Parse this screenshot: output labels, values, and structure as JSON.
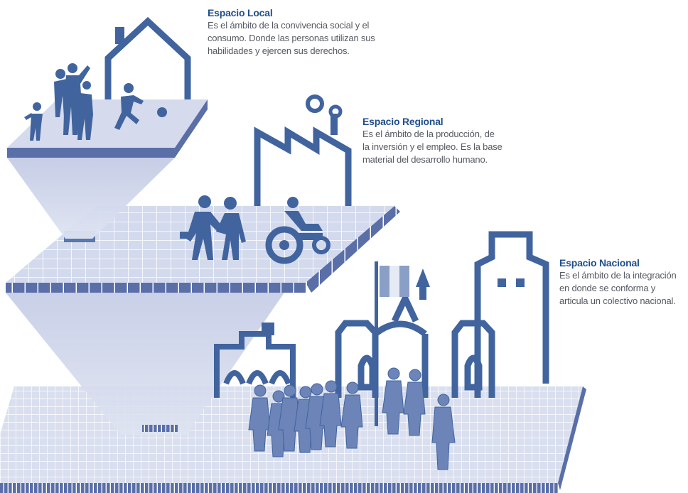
{
  "colors": {
    "icon": "#41649e",
    "icon_light": "#8a9fc6",
    "platform_top": "#d5dbec",
    "platform_side": "#5a6fa8",
    "cone": "#b9c3e0",
    "grid_line": "#ffffff",
    "title": "#1f4e8c",
    "body_text": "#555a62"
  },
  "spaces": [
    {
      "id": "local",
      "title": "Espacio Local",
      "lines": [
        "Es el ámbito de la convivencia social y el",
        "consumo. Donde las personas utilizan sus",
        "habilidades y ejercen sus derechos."
      ],
      "icons": [
        "house-icon",
        "family-icon",
        "child-playing-ball-icon"
      ]
    },
    {
      "id": "regional",
      "title": "Espacio Regional",
      "lines": [
        "Es el ámbito de la producción, de",
        "la inversión y el empleo. Es la base",
        "material del desarrollo humano."
      ],
      "icons": [
        "factory-icon",
        "handshake-businessmen-icon",
        "tractor-farmer-icon"
      ]
    },
    {
      "id": "nacional",
      "title": "Espacio Nacional",
      "lines": [
        "Es el ámbito de la integración",
        "en donde se  conforma y",
        "articula un colectivo nacional."
      ],
      "icons": [
        "government-palace-icon",
        "cathedral-icon",
        "flag-icon",
        "crowd-icon",
        "tower-building-icon"
      ]
    }
  ]
}
